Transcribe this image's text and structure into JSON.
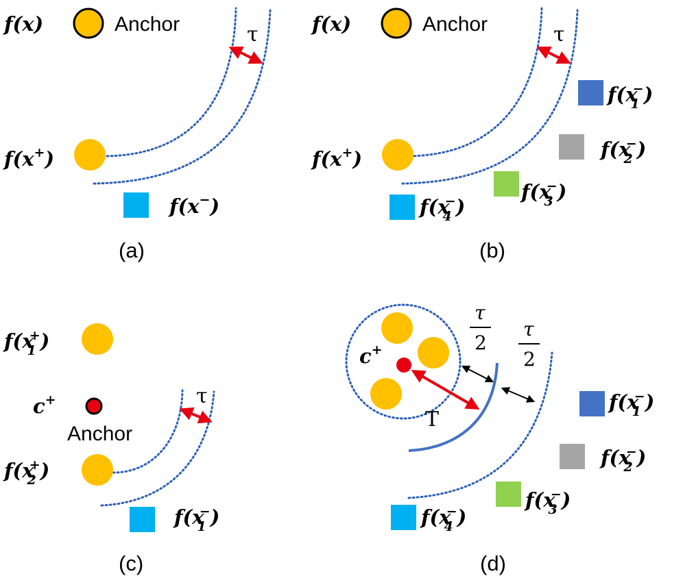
{
  "colors": {
    "positive": "#FFC000",
    "anchor_center": "#E60012",
    "neg_light_blue": "#00B0F0",
    "neg_dark_blue": "#4472C4",
    "neg_gray": "#A5A5A5",
    "neg_green": "#92D050",
    "margin_arrow": "#E60012",
    "boundary": "#2E5FB5"
  },
  "panels": {
    "a": {
      "caption": "(a)",
      "anchor_label": "f(x)",
      "anchor_word": "Anchor",
      "positive_label": "f(x+)",
      "negative_label": "f(x−)",
      "margin_symbol": "τ"
    },
    "b": {
      "caption": "(b)",
      "anchor_label": "f(x)",
      "anchor_word": "Anchor",
      "positive_label": "f(x+)",
      "negative_labels": [
        "f(x1−)",
        "f(x2−)",
        "f(x3−)",
        "f(x4−)"
      ],
      "margin_symbol": "τ"
    },
    "c": {
      "caption": "(c)",
      "positive_labels": [
        "f(x1+)",
        "f(x2+)"
      ],
      "center_label": "c+",
      "anchor_word": "Anchor",
      "negative_label": "f(x1−)",
      "margin_symbol": "τ"
    },
    "d": {
      "caption": "(d)",
      "center_label": "c+",
      "radius_symbol": "T",
      "half_margin_num": "τ",
      "half_margin_den": "2",
      "negative_labels": [
        "f(x1−)",
        "f(x2−)",
        "f(x3−)",
        "f(x4−)"
      ]
    }
  }
}
